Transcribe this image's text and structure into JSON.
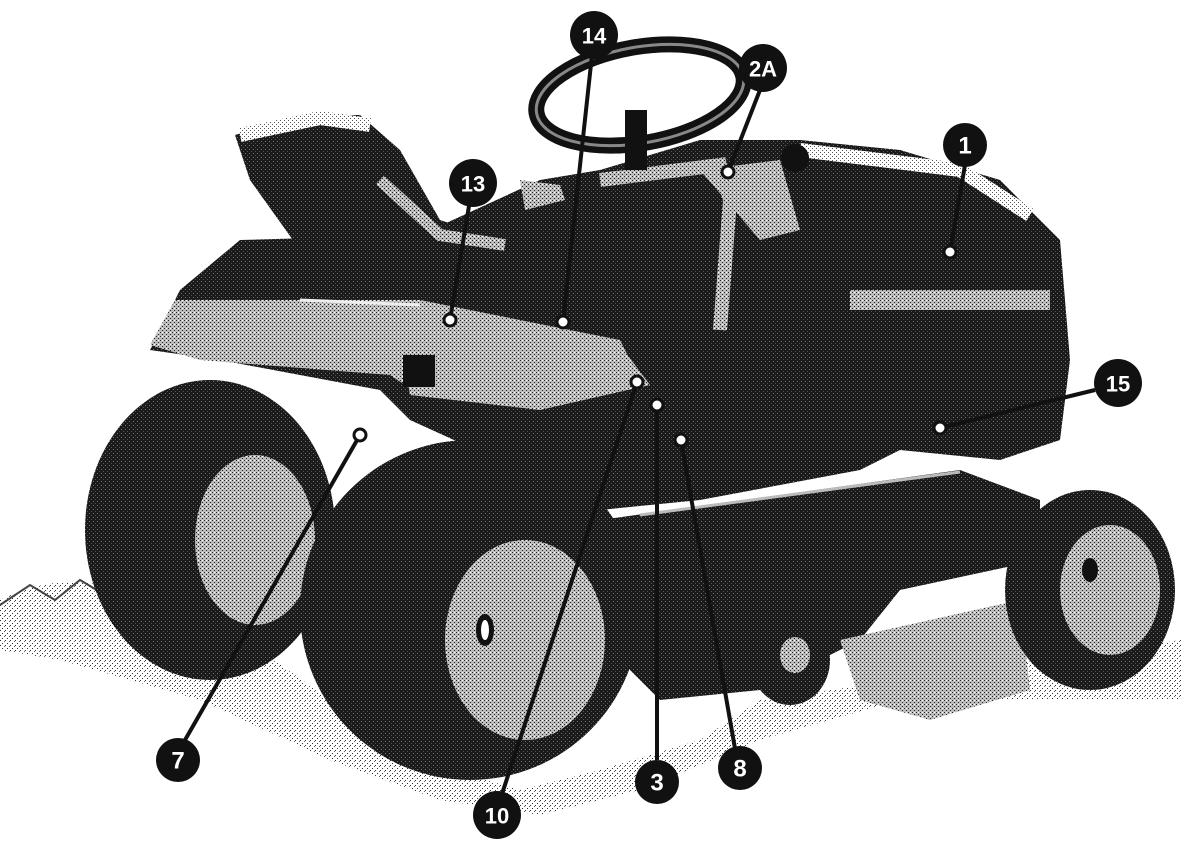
{
  "diagram": {
    "subject": "riding lawn tractor",
    "callouts": [
      {
        "id": "1",
        "label": "1"
      },
      {
        "id": "2A",
        "label": "2A"
      },
      {
        "id": "3",
        "label": "3"
      },
      {
        "id": "7",
        "label": "7"
      },
      {
        "id": "8",
        "label": "8"
      },
      {
        "id": "10",
        "label": "10"
      },
      {
        "id": "13",
        "label": "13"
      },
      {
        "id": "14",
        "label": "14"
      },
      {
        "id": "15",
        "label": "15"
      }
    ]
  }
}
